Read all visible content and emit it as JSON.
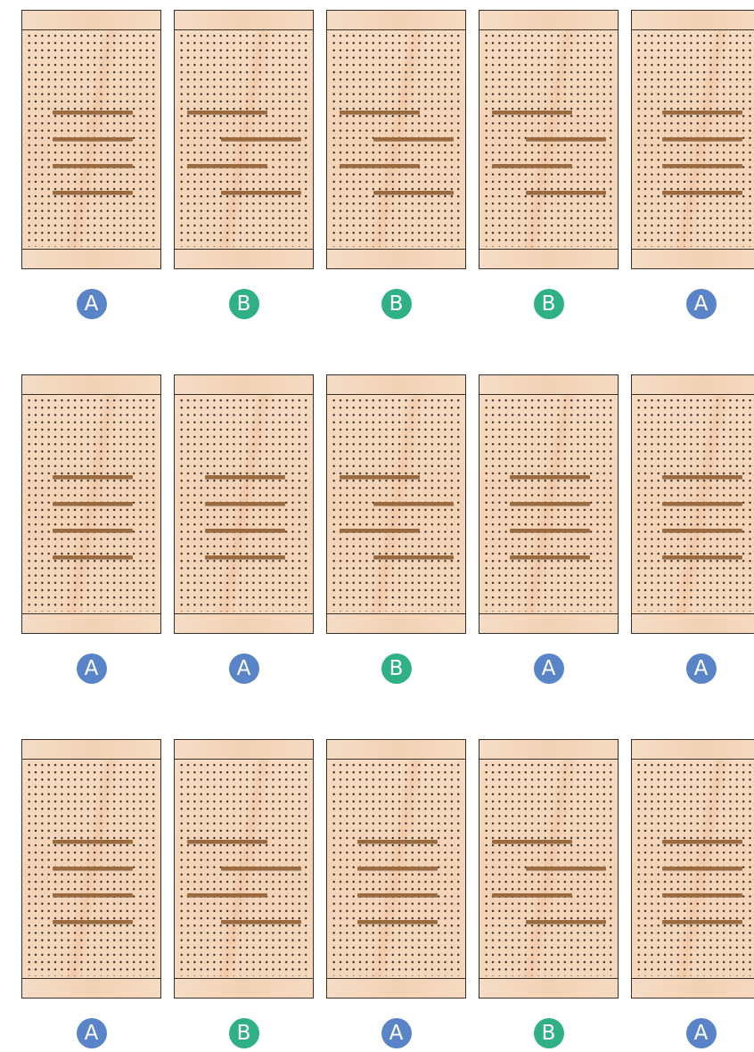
{
  "colors": {
    "A": "#5a84c8",
    "B": "#2fb087",
    "shelf": "#9b6a3e"
  },
  "rows": [
    {
      "boards": [
        {
          "label": "A",
          "shelves": [
            "center",
            "center",
            "center",
            "center"
          ]
        },
        {
          "label": "B",
          "shelves": [
            "left",
            "right",
            "left",
            "right"
          ]
        },
        {
          "label": "B",
          "shelves": [
            "left",
            "right",
            "left",
            "right"
          ]
        },
        {
          "label": "B",
          "shelves": [
            "left",
            "right",
            "left",
            "right"
          ]
        },
        {
          "label": "A",
          "shelves": [
            "center",
            "center",
            "center",
            "center"
          ]
        }
      ]
    },
    {
      "boards": [
        {
          "label": "A",
          "shelves": [
            "center",
            "center",
            "center",
            "center"
          ]
        },
        {
          "label": "A",
          "shelves": [
            "center",
            "center",
            "center",
            "center"
          ]
        },
        {
          "label": "B",
          "shelves": [
            "left",
            "right",
            "left",
            "right"
          ]
        },
        {
          "label": "A",
          "shelves": [
            "center",
            "center",
            "center",
            "center"
          ]
        },
        {
          "label": "A",
          "shelves": [
            "center",
            "center",
            "center",
            "center"
          ]
        }
      ]
    },
    {
      "boards": [
        {
          "label": "A",
          "shelves": [
            "center",
            "center",
            "center",
            "center"
          ]
        },
        {
          "label": "B",
          "shelves": [
            "left",
            "right",
            "left",
            "right"
          ]
        },
        {
          "label": "A",
          "shelves": [
            "center",
            "center",
            "center",
            "center"
          ]
        },
        {
          "label": "B",
          "shelves": [
            "left",
            "right",
            "left",
            "right"
          ]
        },
        {
          "label": "A",
          "shelves": [
            "center",
            "center",
            "center",
            "center"
          ]
        }
      ]
    }
  ]
}
